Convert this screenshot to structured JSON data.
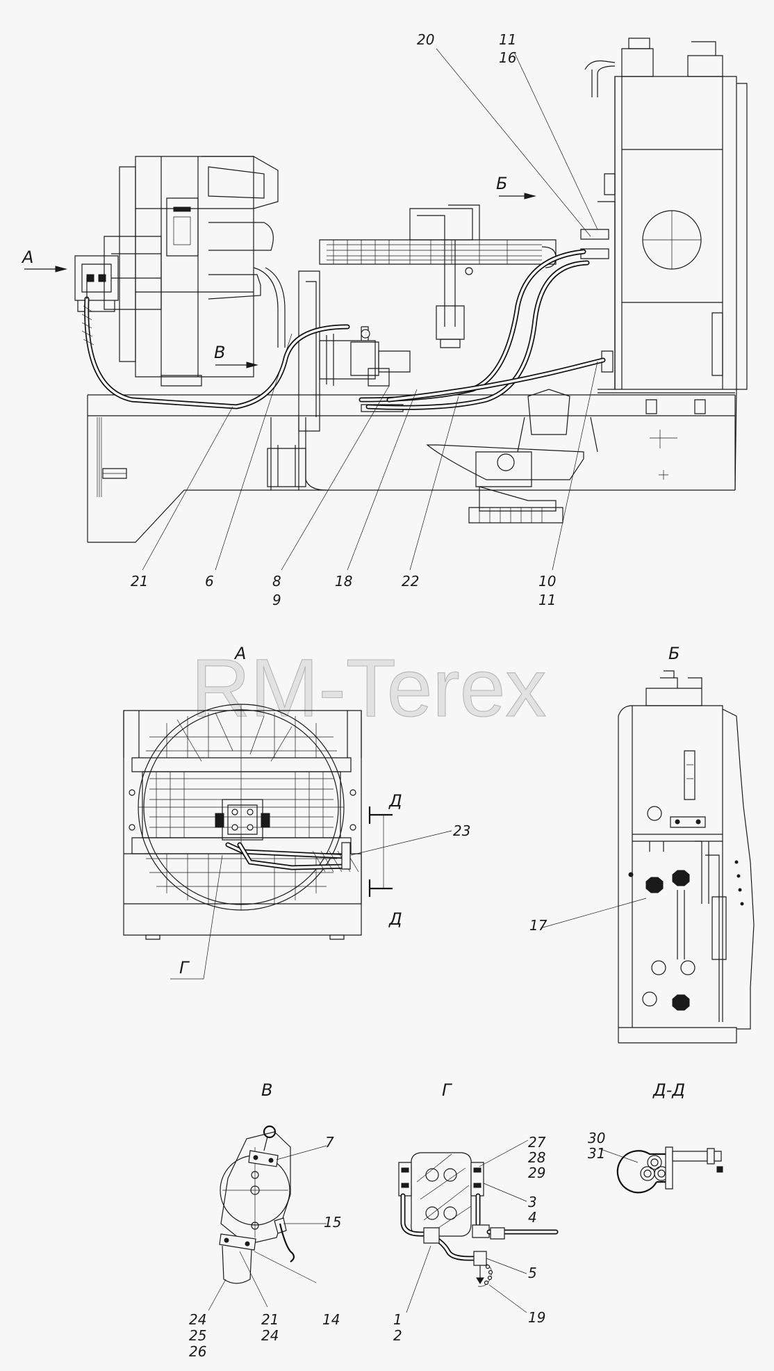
{
  "watermark": "RM-Terex",
  "arrows": {
    "a": "А",
    "b": "Б",
    "v": "В"
  },
  "views": {
    "a": "А",
    "b": "Б",
    "v": "В",
    "g": "Г",
    "dd": "Д-Д",
    "d_top": "Д",
    "d_bottom": "Д",
    "g_mark": "Г"
  },
  "callouts": {
    "c20": "20",
    "c11a": "11",
    "c16": "16",
    "c21": "21",
    "c6": "6",
    "c8": "8",
    "c9": "9",
    "c18": "18",
    "c22": "22",
    "c10": "10",
    "c11b": "11",
    "c23": "23",
    "c17": "17",
    "c7": "7",
    "c15": "15",
    "c14": "14",
    "c24a": "24",
    "c25": "25",
    "c26": "26",
    "c21b": "21",
    "c24b": "24",
    "c27": "27",
    "c28": "28",
    "c29": "29",
    "c3": "3",
    "c4": "4",
    "c5": "5",
    "c19": "19",
    "c1": "1",
    "c2": "2",
    "c30": "30",
    "c31": "31"
  }
}
